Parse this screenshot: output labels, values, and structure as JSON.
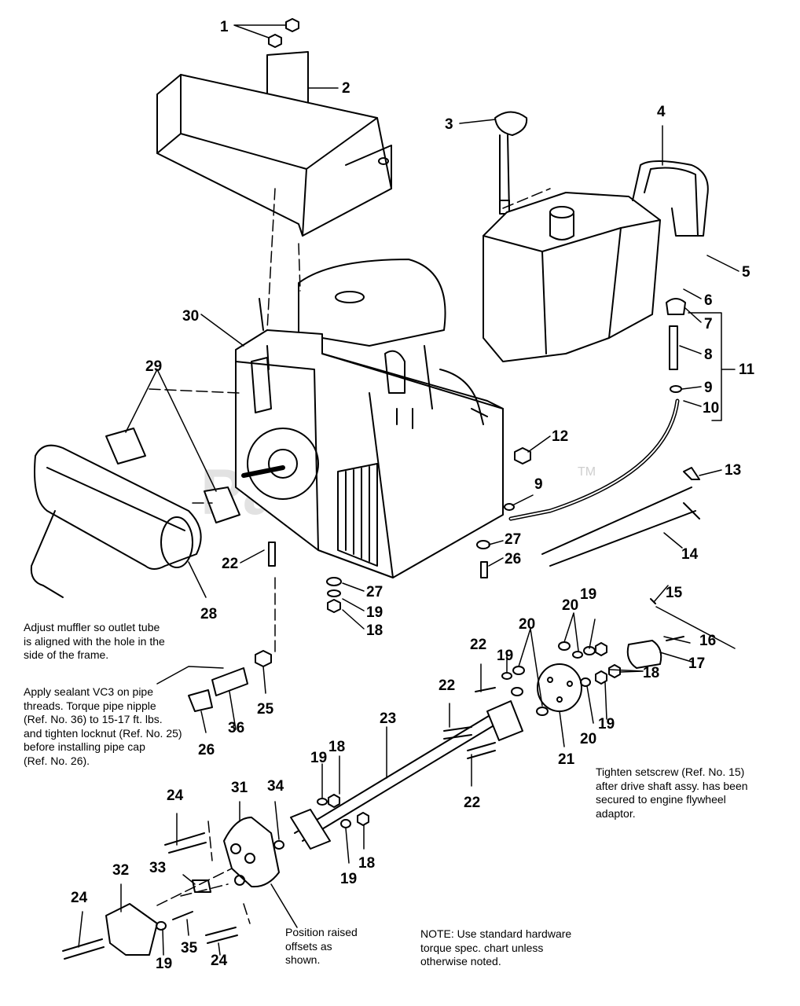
{
  "watermark": {
    "text": "PartsTree",
    "tm": "TM"
  },
  "callouts": {
    "c1": "1",
    "c2": "2",
    "c3": "3",
    "c4": "4",
    "c5": "5",
    "c6": "6",
    "c7": "7",
    "c8": "8",
    "c9a": "9",
    "c9b": "9",
    "c10": "10",
    "c11": "11",
    "c12": "12",
    "c13": "13",
    "c14": "14",
    "c15": "15",
    "c16": "16",
    "c17": "17",
    "c18a": "18",
    "c18b": "18",
    "c18c": "18",
    "c18d": "18",
    "c19a": "19",
    "c19b": "19",
    "c19c": "19",
    "c19d": "19",
    "c19e": "19",
    "c19f": "19",
    "c19g": "19",
    "c20a": "20",
    "c20b": "20",
    "c20c": "20",
    "c21": "21",
    "c22a": "22",
    "c22b": "22",
    "c22c": "22",
    "c22d": "22",
    "c23": "23",
    "c24a": "24",
    "c24b": "24",
    "c24c": "24",
    "c25": "25",
    "c26a": "26",
    "c26b": "26",
    "c27a": "27",
    "c27b": "27",
    "c28": "28",
    "c29": "29",
    "c30": "30",
    "c31": "31",
    "c32": "32",
    "c33": "33",
    "c34": "34",
    "c35": "35",
    "c36": "36"
  },
  "notes": {
    "muffler": [
      "Adjust muffler so outlet tube",
      "is aligned with the hole in the",
      "side of the frame."
    ],
    "sealant": [
      "Apply sealant VC3 on pipe",
      "threads. Torque pipe nipple",
      "(Ref. No. 36) to 15-17 ft. lbs.",
      "and tighten locknut (Ref. No. 25)",
      "before installing pipe cap",
      "(Ref. No. 26)."
    ],
    "setscrew": [
      "Tighten setscrew (Ref. No. 15)",
      "after drive shaft assy. has been",
      "secured to engine flywheel",
      "adaptor."
    ],
    "offsets": [
      "Position raised",
      "offsets as",
      "shown."
    ],
    "torque": [
      "NOTE: Use standard hardware",
      "torque spec. chart unless",
      "otherwise noted."
    ]
  }
}
